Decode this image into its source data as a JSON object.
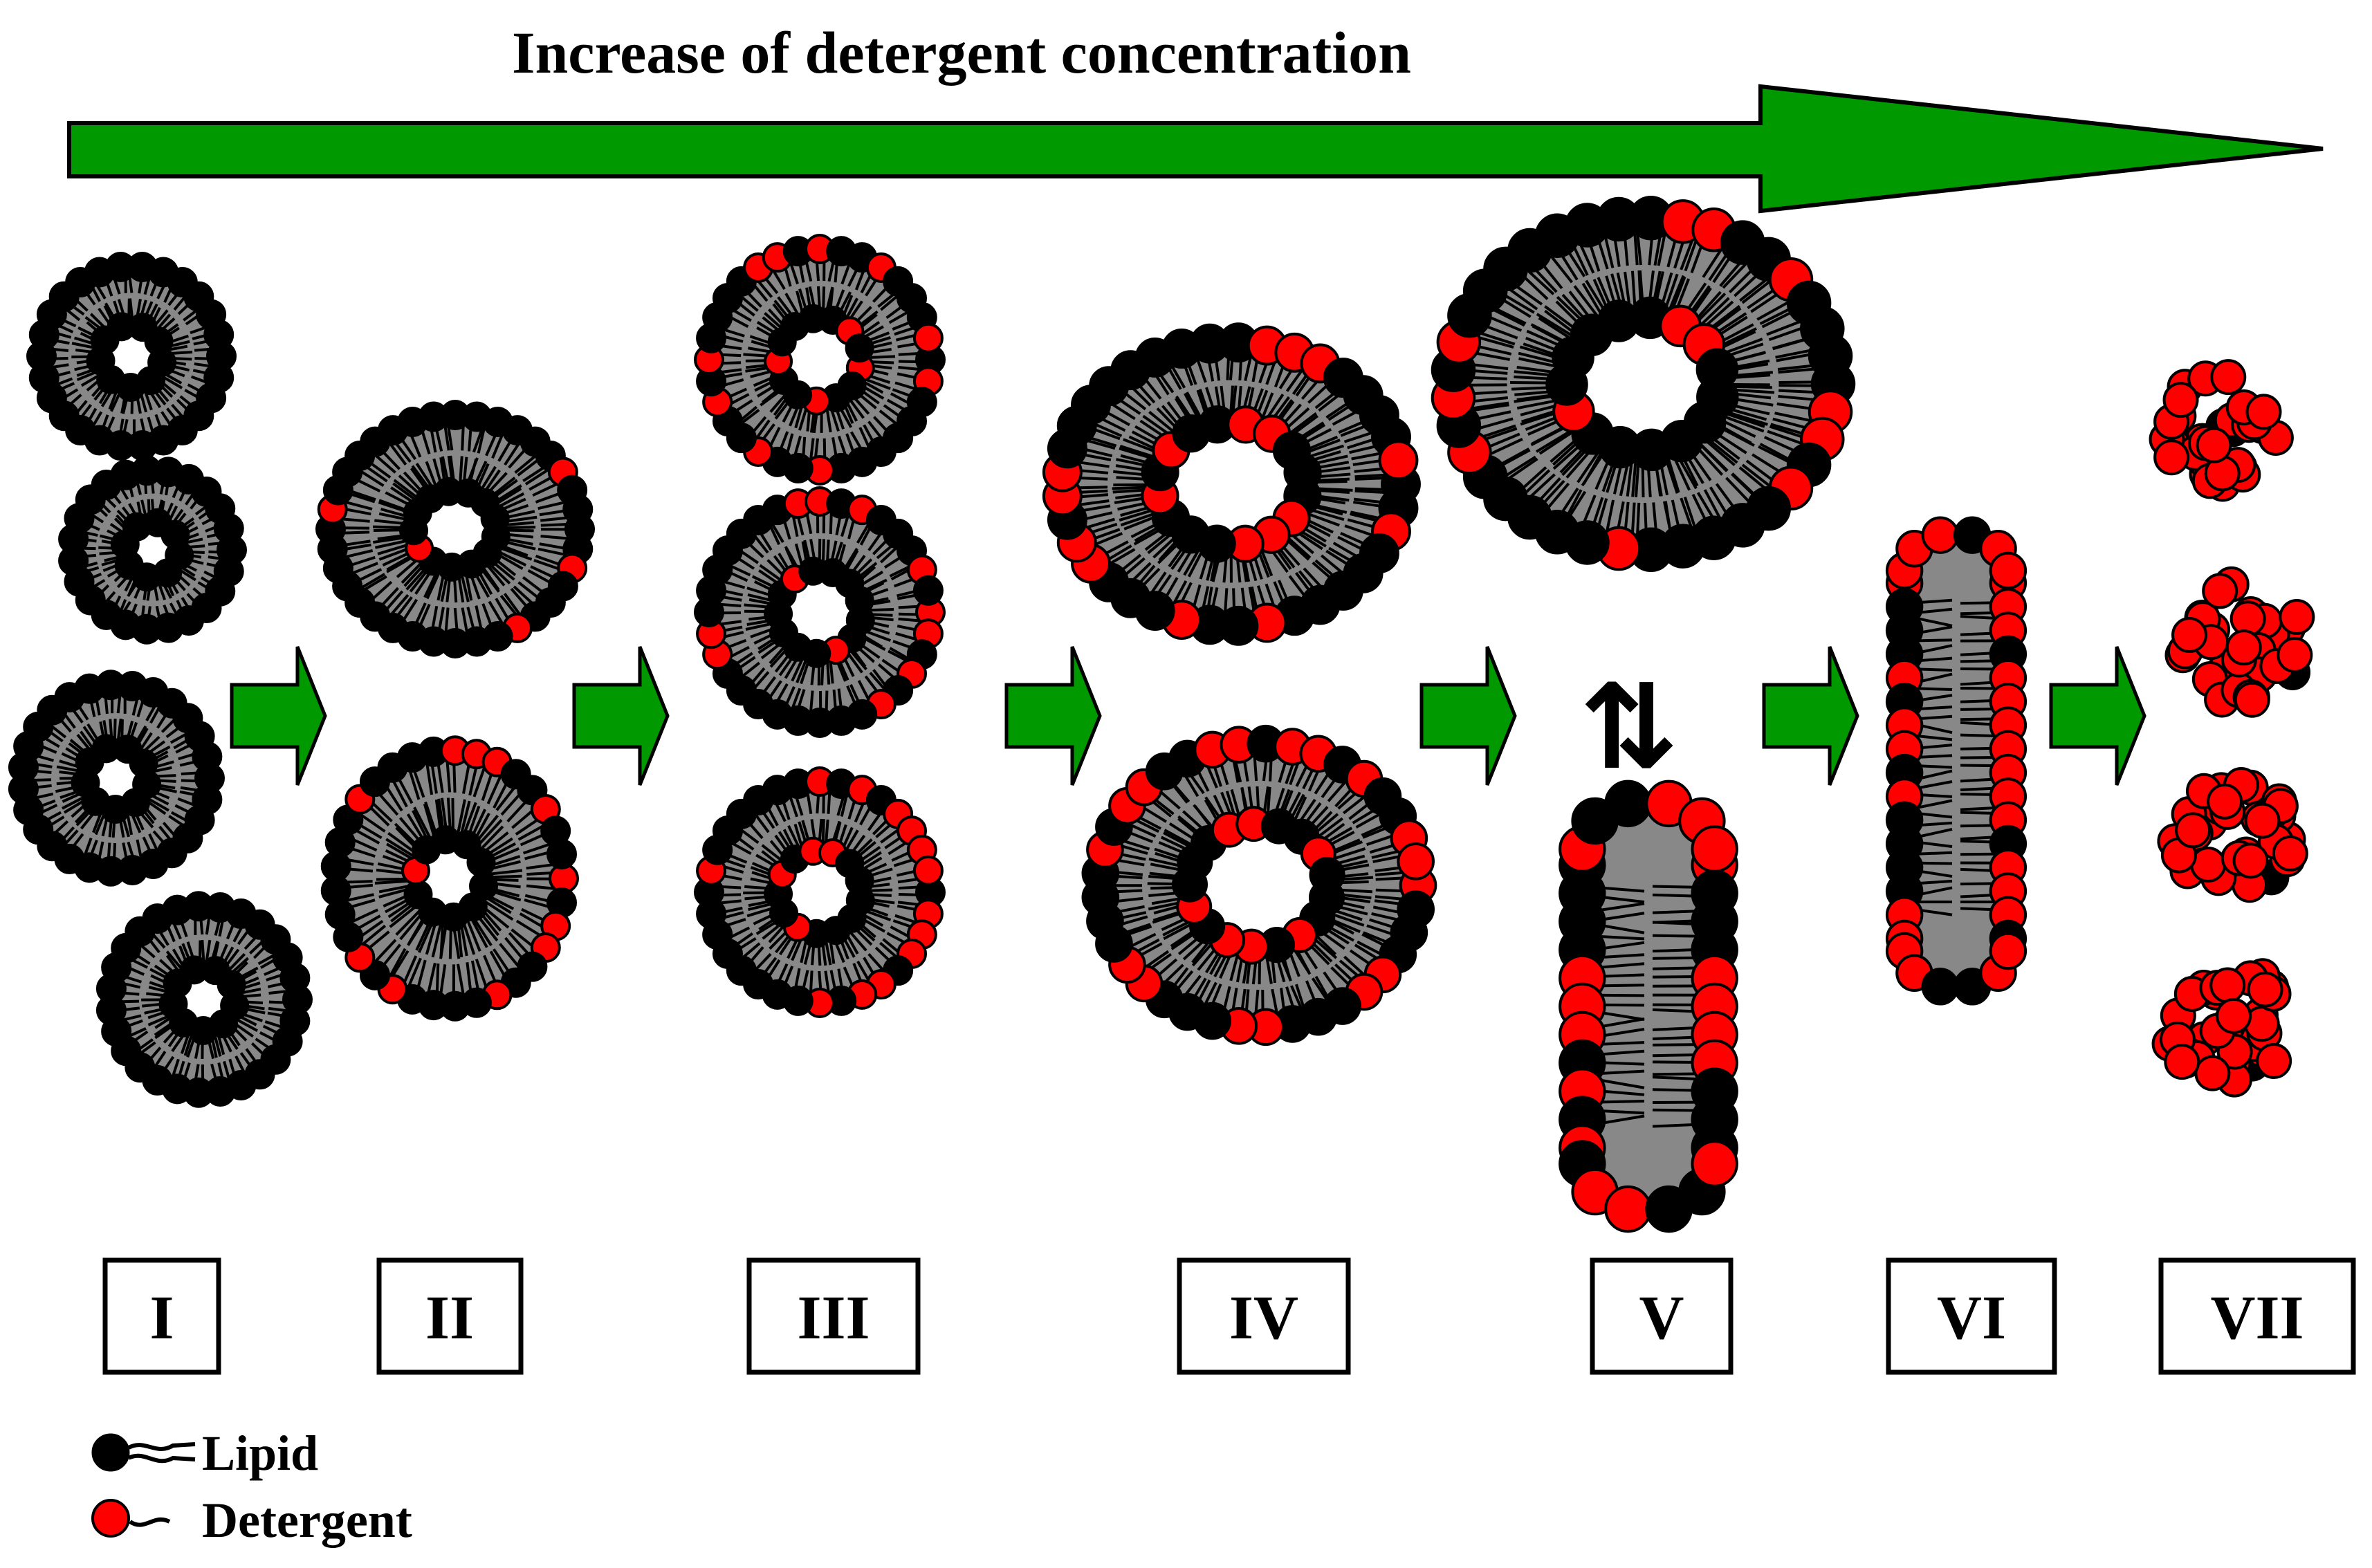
{
  "title": "Increase of detergent concentration",
  "colors": {
    "arrow": "#009900",
    "lipid_head": "#000000",
    "detergent_head": "#ff0000",
    "tails": "#888888"
  },
  "stages": [
    {
      "label": "I"
    },
    {
      "label": "II"
    },
    {
      "label": "III"
    },
    {
      "label": "IV"
    },
    {
      "label": "V"
    },
    {
      "label": "VI"
    },
    {
      "label": "VII"
    }
  ],
  "legend": {
    "lipid": "Lipid",
    "detergent": "Detergent"
  },
  "equilibrium_symbol": "⇅"
}
